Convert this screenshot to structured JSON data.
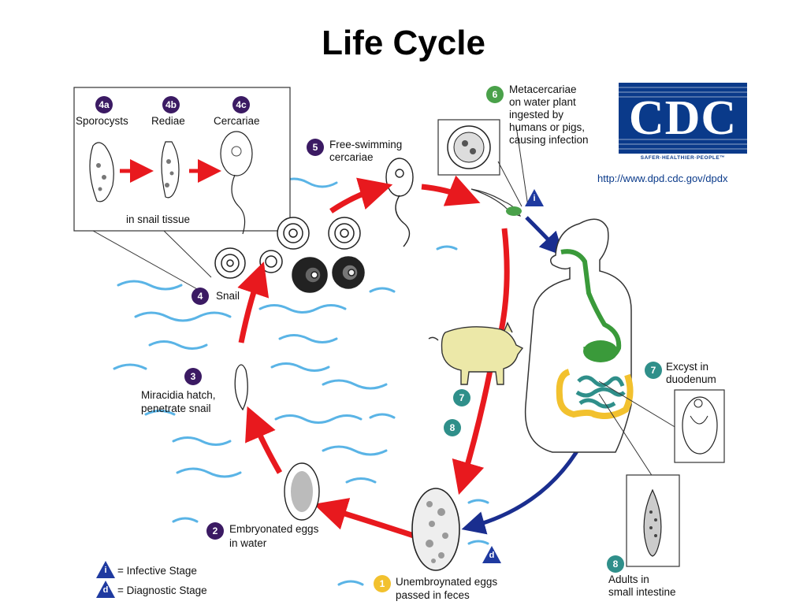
{
  "title": "Life Cycle",
  "logo": {
    "text": "CDC",
    "tagline": "SAFER·HEALTHIER·PEOPLE™",
    "url": "http://www.dpd.cdc.gov/dpdx"
  },
  "inset": {
    "stages": [
      {
        "badge": "4a",
        "label": "Sporocysts"
      },
      {
        "badge": "4b",
        "label": "Rediae"
      },
      {
        "badge": "4c",
        "label": "Cercariae"
      }
    ],
    "caption": "in snail tissue"
  },
  "steps": {
    "s1": {
      "badge": "1",
      "line1": "Unembroynated eggs",
      "line2": "passed in feces"
    },
    "s2": {
      "badge": "2",
      "line1": "Embryonated eggs",
      "line2": "in water"
    },
    "s3": {
      "badge": "3",
      "line1": "Miracidia hatch,",
      "line2": "penetrate snail"
    },
    "s4": {
      "badge": "4",
      "line1": "Snail"
    },
    "s5": {
      "badge": "5",
      "line1": "Free-swimming",
      "line2": "cercariae"
    },
    "s6": {
      "badge": "6",
      "line1": "Metacercariae",
      "line2": "on water plant",
      "line3": "ingested by",
      "line4": "humans or pigs,",
      "line5": "causing infection"
    },
    "s7": {
      "badge": "7",
      "line1": "Excyst in",
      "line2": "duodenum"
    },
    "s8": {
      "badge": "8",
      "line1": "Adults in",
      "line2": "small intestine"
    },
    "pig7": {
      "badge": "7"
    },
    "pig8": {
      "badge": "8"
    }
  },
  "legend": {
    "infective": {
      "symbol": "i",
      "label": "= Infective Stage"
    },
    "diagnostic": {
      "symbol": "d",
      "label": "= Diagnostic Stage"
    }
  },
  "colors": {
    "cycle_arrow": "#e8191e",
    "human_arrow": "#1a2e8f",
    "water": "#5ab4e6",
    "cdc_blue": "#0a3a8a"
  }
}
